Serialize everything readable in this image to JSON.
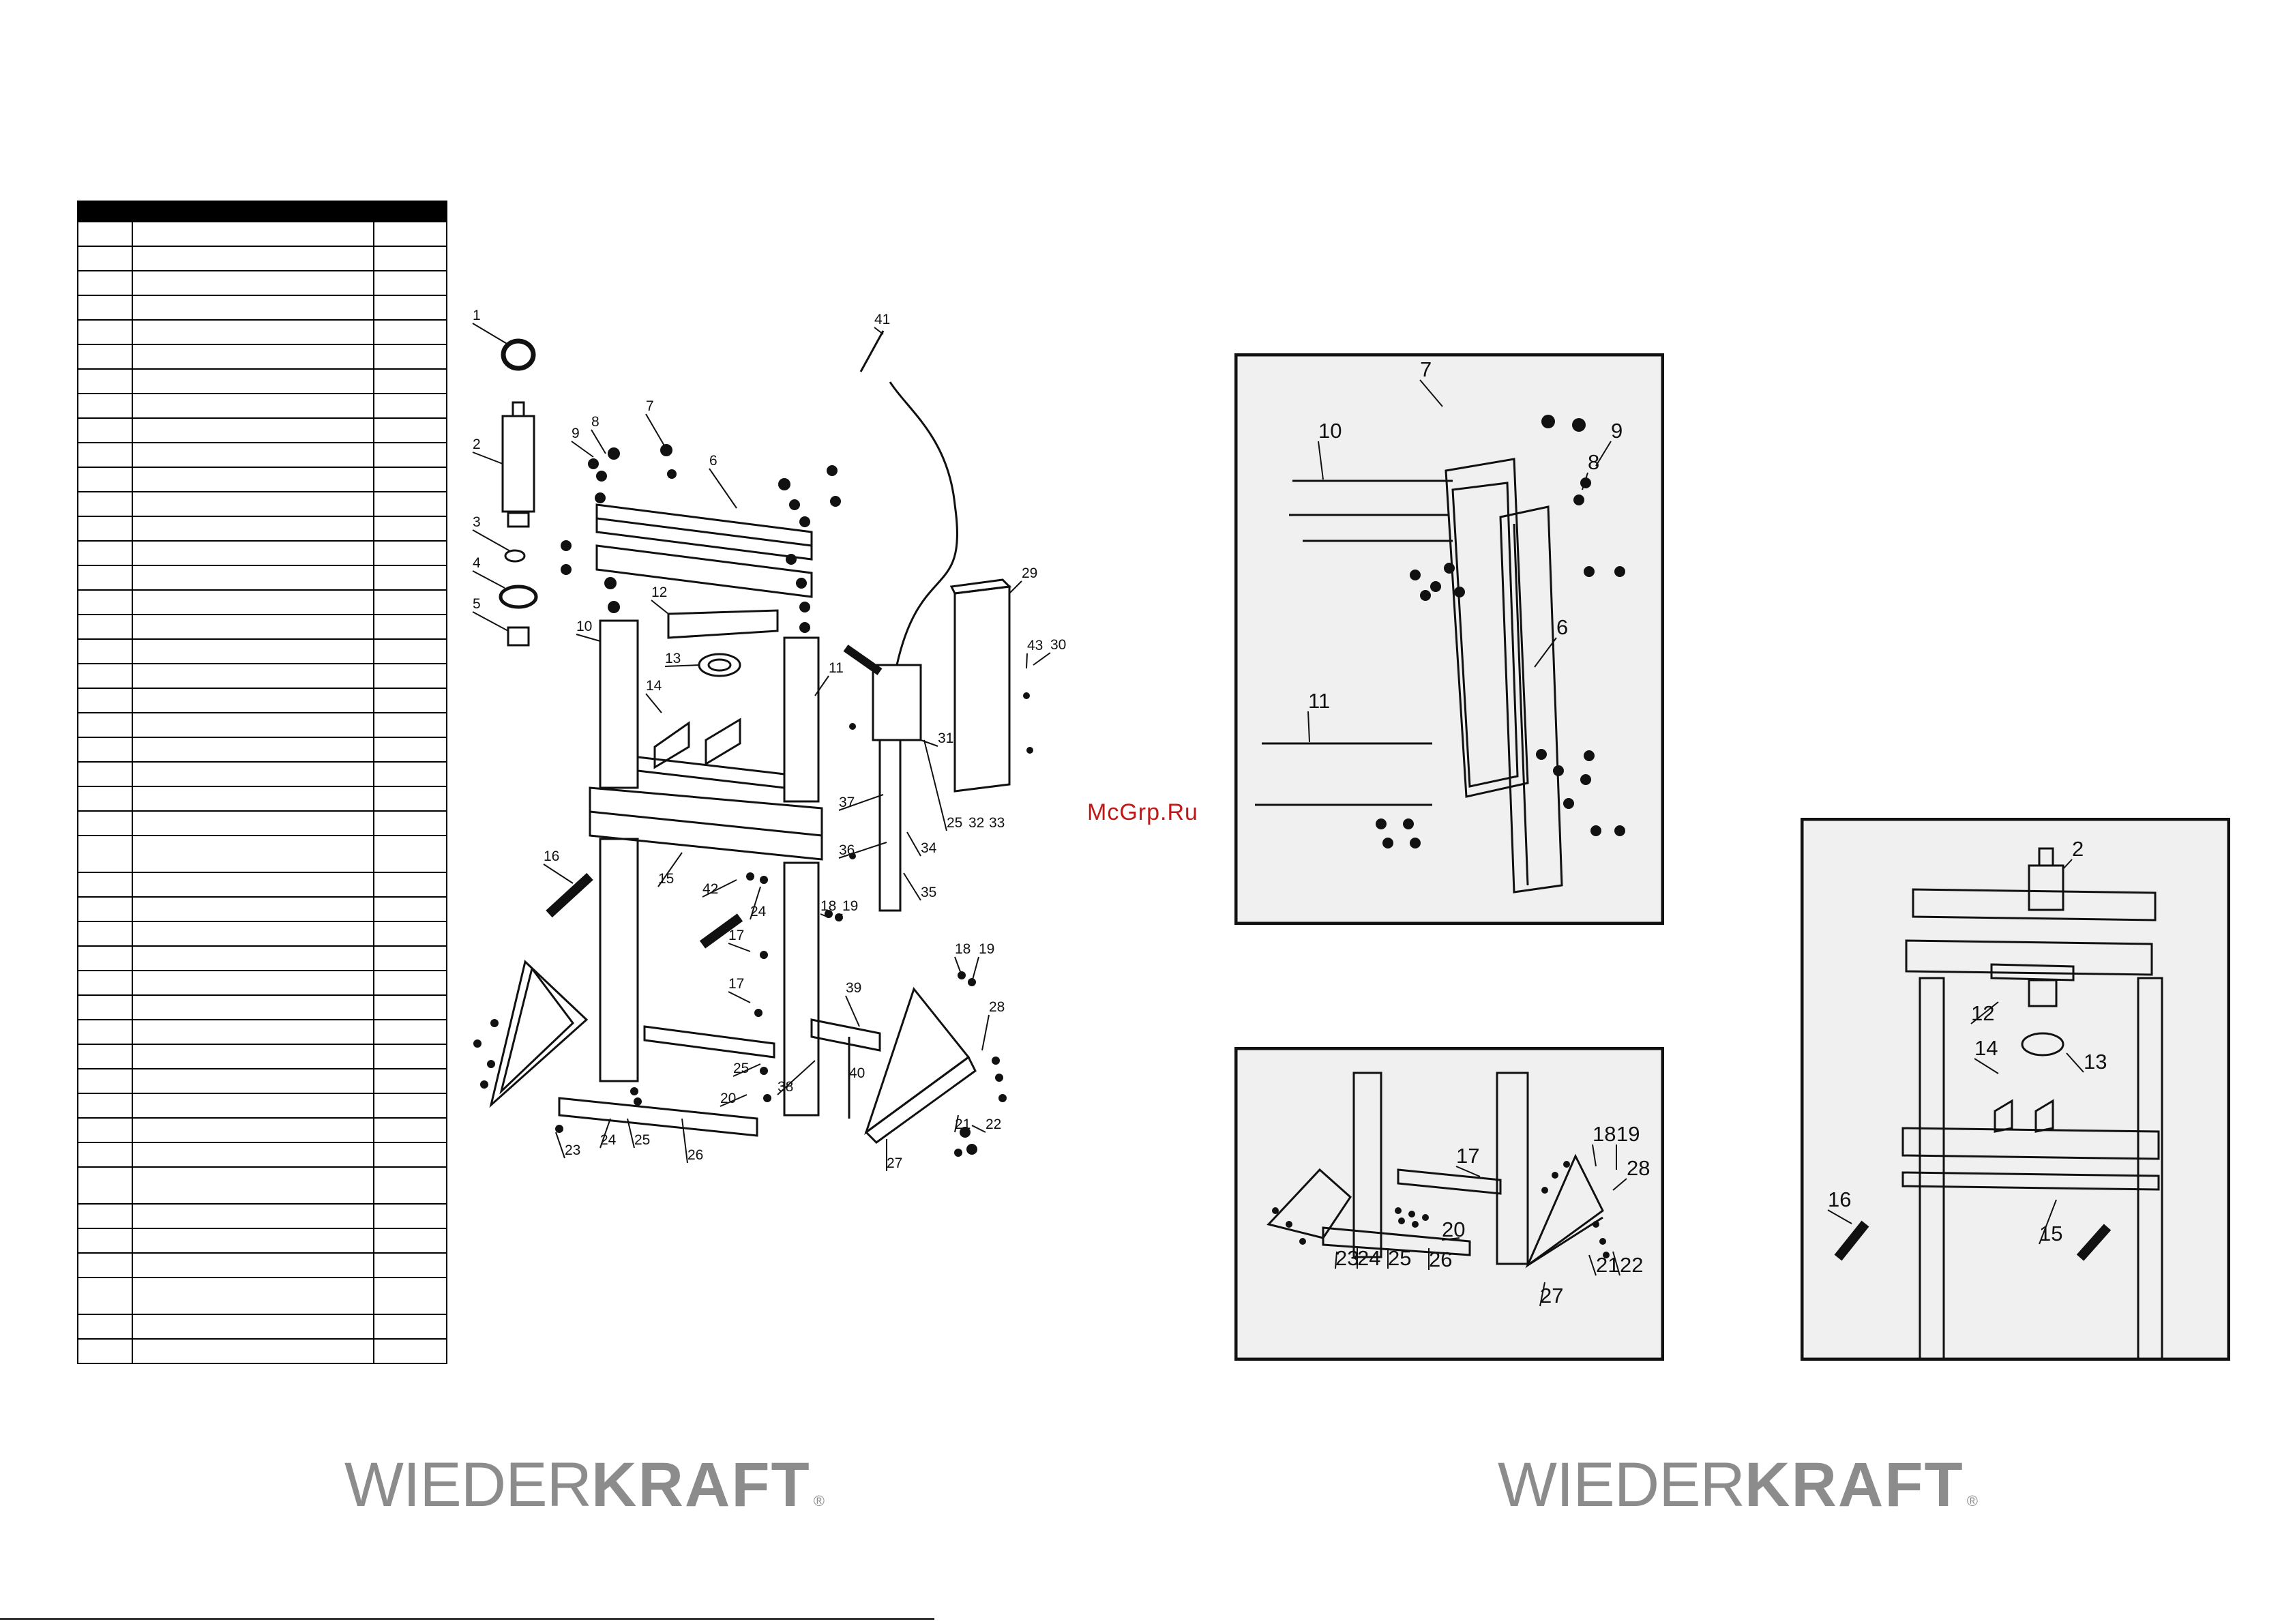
{
  "brand": {
    "word_thin": "WIEDER",
    "word_bold": "KRAFT",
    "registered": "®"
  },
  "watermark": "McGrp.Ru",
  "parts_table": {
    "header": [
      "",
      "",
      ""
    ],
    "row_count": 45
  },
  "exploded_view": {
    "callouts": [
      "1",
      "2",
      "3",
      "4",
      "5",
      "6",
      "7",
      "8",
      "9",
      "10",
      "11",
      "12",
      "13",
      "14",
      "15",
      "16",
      "17",
      "17",
      "18",
      "19",
      "18",
      "19",
      "20",
      "21",
      "22",
      "23",
      "24",
      "24",
      "25",
      "25",
      "25",
      "26",
      "27",
      "28",
      "29",
      "30",
      "31",
      "32",
      "33",
      "34",
      "35",
      "36",
      "37",
      "38",
      "39",
      "40",
      "41",
      "42",
      "43"
    ]
  },
  "detail_frame_beams": {
    "callouts": [
      "7",
      "8",
      "9",
      "10",
      "6",
      "11"
    ]
  },
  "detail_legs": {
    "callouts": [
      "17",
      "18",
      "19",
      "28",
      "20",
      "21",
      "22",
      "23",
      "24",
      "25",
      "26",
      "27"
    ]
  },
  "detail_press_head": {
    "callouts": [
      "2",
      "12",
      "13",
      "14",
      "16",
      "15"
    ]
  },
  "colors": {
    "detail_box_fill": "#f0f0f0",
    "line": "#111111",
    "brand_gray": "#8c8c8c",
    "watermark_red": "#c01818"
  }
}
